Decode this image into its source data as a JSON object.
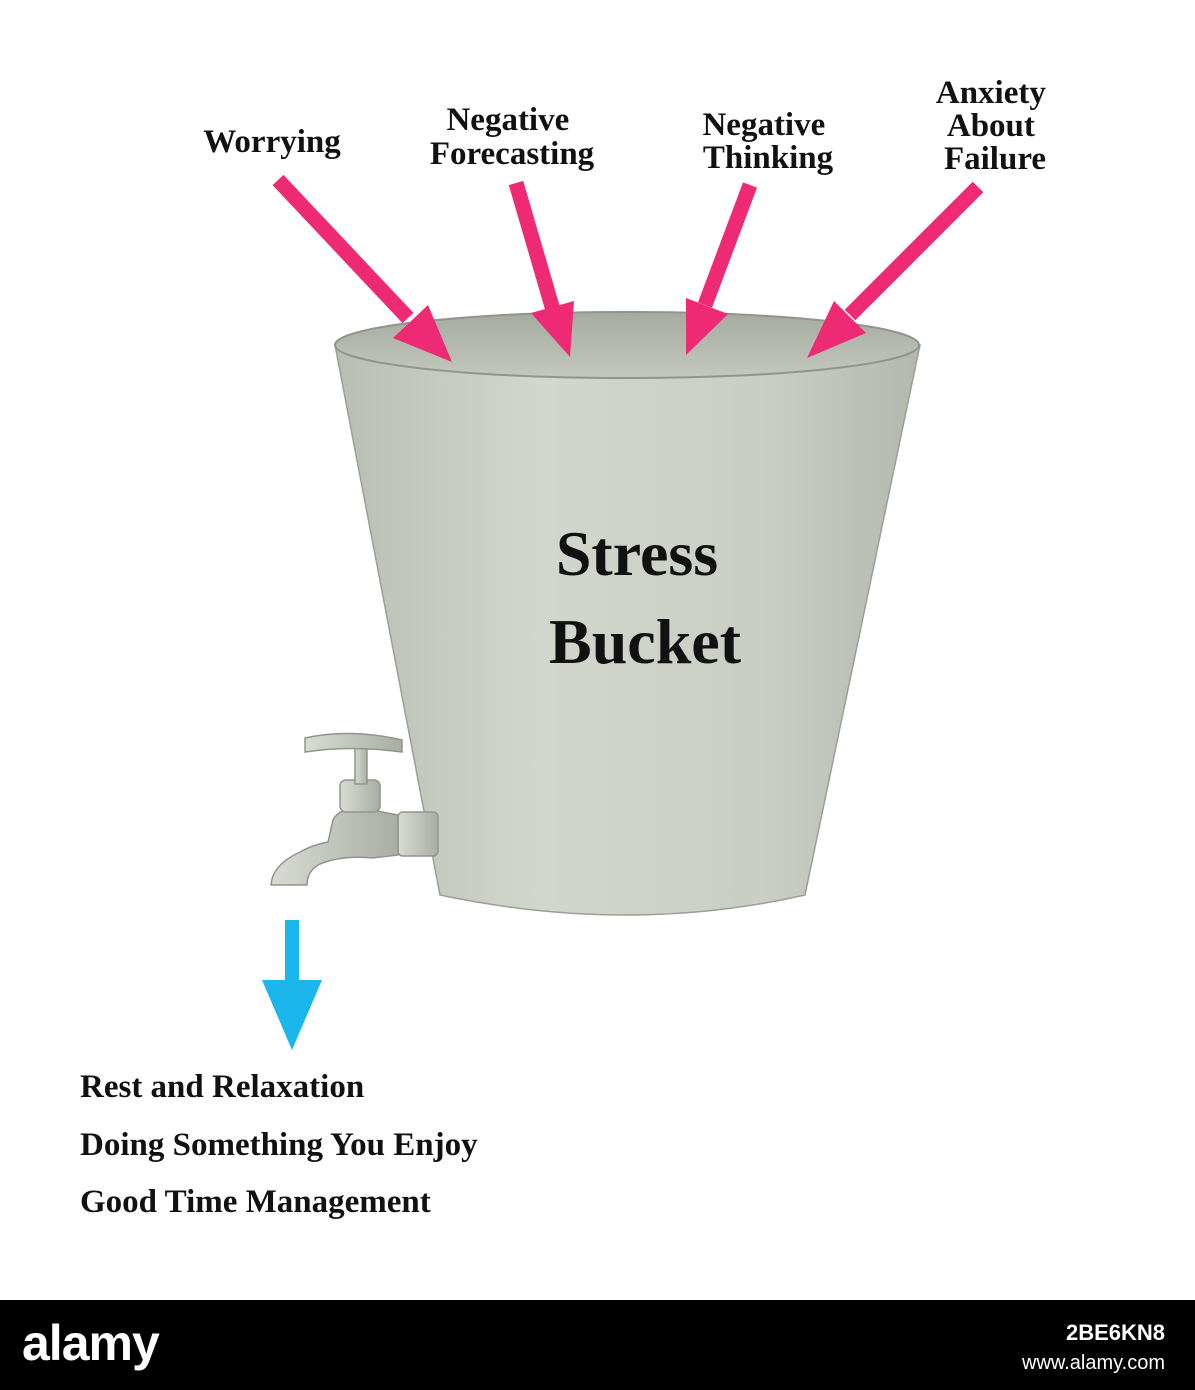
{
  "inputs": [
    {
      "lines": [
        "Worrying"
      ]
    },
    {
      "lines": [
        "Negative",
        "Forecasting"
      ]
    },
    {
      "lines": [
        "Negative",
        "Thinking"
      ]
    },
    {
      "lines": [
        "Anxiety",
        "About",
        "Failure"
      ]
    }
  ],
  "bucket": {
    "lines": [
      "Stress",
      "Bucket"
    ]
  },
  "outputs": [
    "Rest and Relaxation",
    "Doing Something You Enjoy",
    "Good Time Management"
  ],
  "footer": {
    "logo": "alamy",
    "image_id": "2BE6KN8",
    "url": "www.alamy.com"
  },
  "colors": {
    "input_arrow": "#ee2a74",
    "output_arrow": "#1ab6ec",
    "bucket_fill": "#c7cbc1",
    "bucket_rim": "#9aa095",
    "tap": "#b8bcb2"
  },
  "icons": {
    "inputs": "arrow-icon",
    "output": "arrow-down-icon",
    "tap": "tap-icon",
    "bucket": "bucket-icon"
  }
}
